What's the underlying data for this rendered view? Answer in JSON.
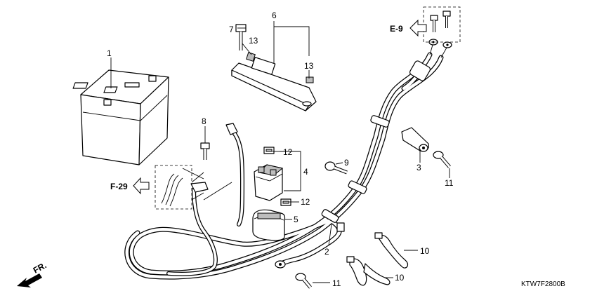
{
  "callouts": {
    "c1": "1",
    "c2": "2",
    "c3": "3",
    "c4": "4",
    "c5": "5",
    "c6": "6",
    "c7": "7",
    "c8": "8",
    "c9": "9",
    "c10a": "10",
    "c10b": "10",
    "c11a": "11",
    "c11b": "11",
    "c12a": "12",
    "c12b": "12",
    "c13a": "13",
    "c13b": "13"
  },
  "refs": {
    "e9": "E-9",
    "f29": "F-29"
  },
  "front": "FR.",
  "diagram_code": "KTW7F2800B"
}
